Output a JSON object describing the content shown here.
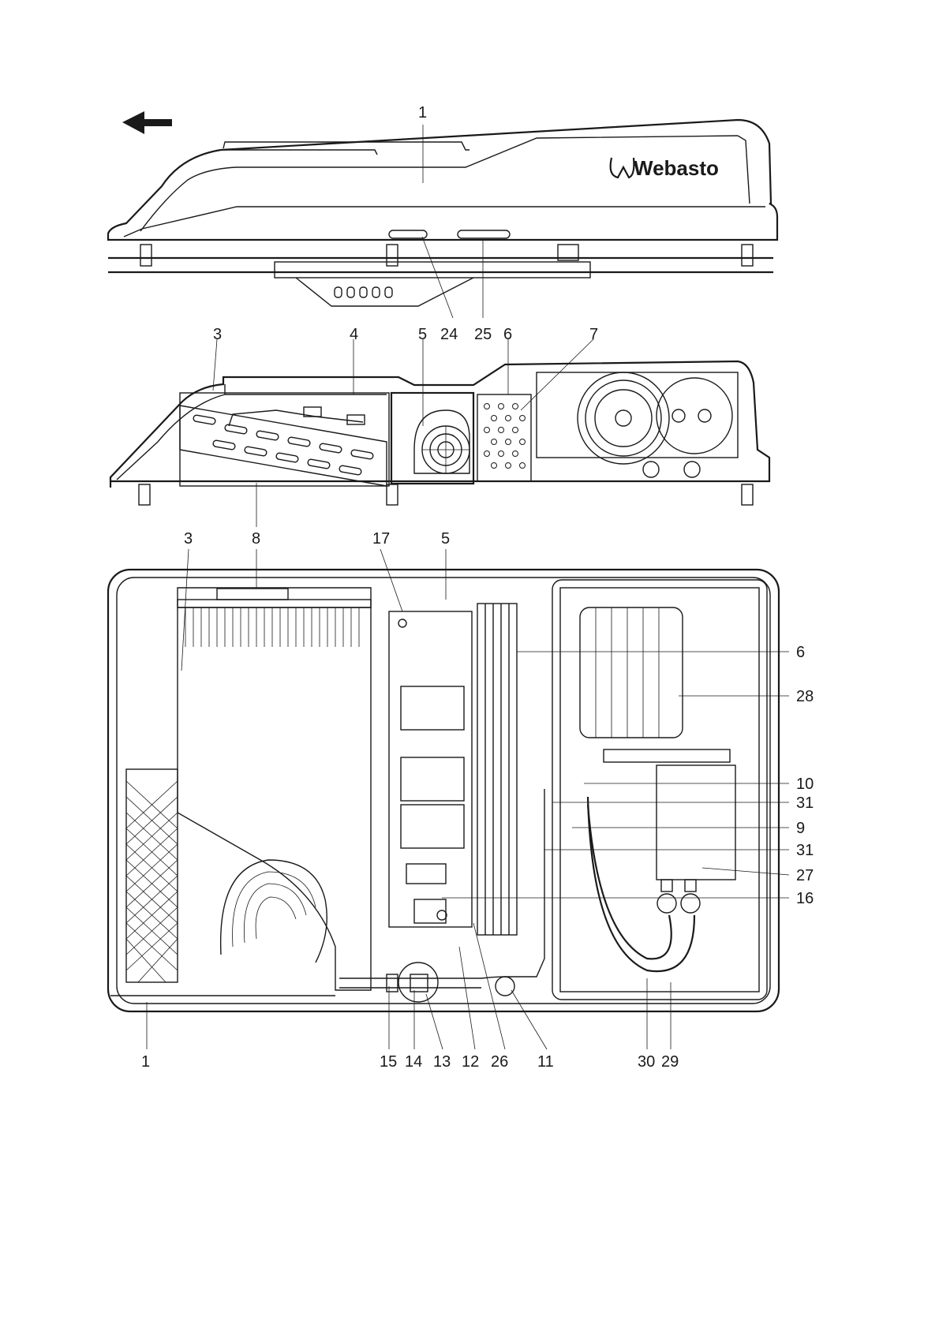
{
  "brand": {
    "logo_text": "Webasto"
  },
  "labels": {
    "top_view": [
      "1",
      "24",
      "25"
    ],
    "side_view": [
      "3",
      "4",
      "5",
      "24",
      "25",
      "6",
      "7",
      "8"
    ],
    "plan_view_top": [
      "3",
      "8",
      "17",
      "5"
    ],
    "plan_view_right": [
      "6",
      "28",
      "10",
      "31",
      "9",
      "31",
      "27",
      "16"
    ],
    "plan_view_bottom": [
      "1",
      "15",
      "14",
      "13",
      "12",
      "26",
      "11",
      "30",
      "29"
    ]
  },
  "icons": {
    "direction": "arrow-left-icon"
  },
  "colors": {
    "ink": "#1a1a1a",
    "background": "#ffffff"
  }
}
